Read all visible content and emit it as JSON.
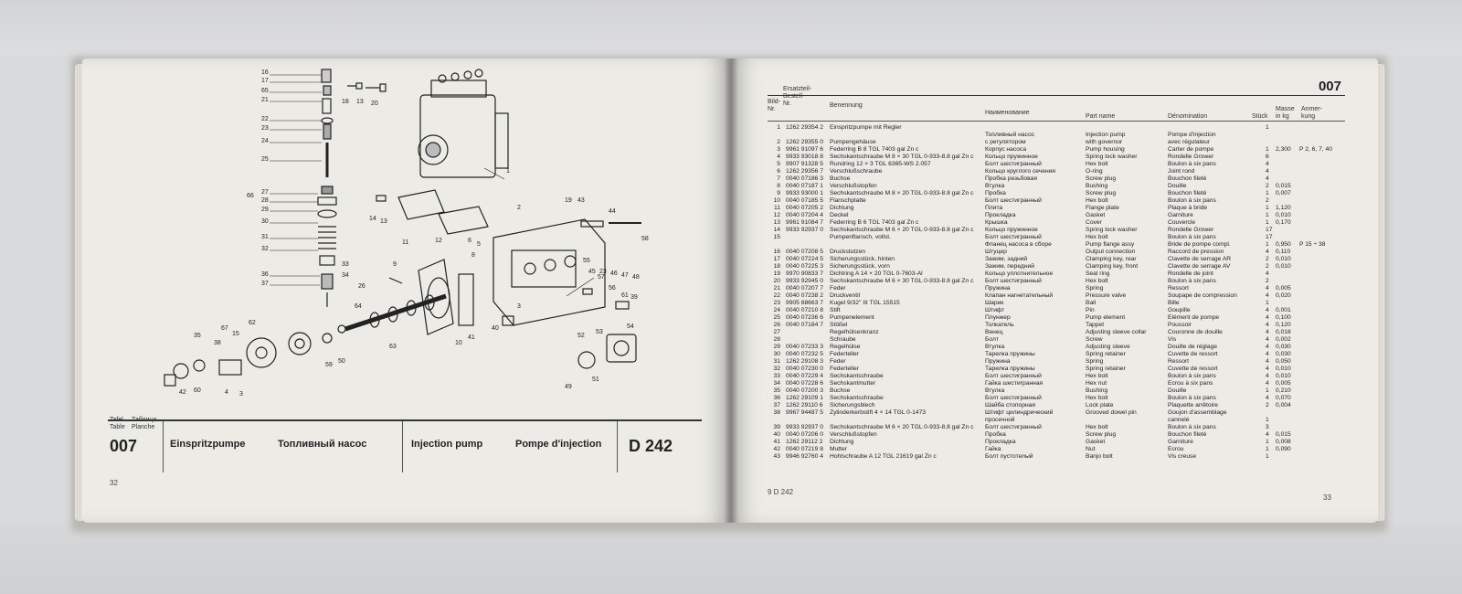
{
  "left_page": {
    "table_labels": [
      "Tafel",
      "Table",
      "Таблица",
      "Planche"
    ],
    "table_number": "007",
    "titles": {
      "de": "Einspritzpumpe",
      "ru": "Топливный насос",
      "en": "Injection pump",
      "fr": "Pompe d'injection"
    },
    "engine": "D 242",
    "page_number": "32",
    "callouts": [
      "16",
      "17",
      "65",
      "21",
      "22",
      "23",
      "24",
      "25",
      "18",
      "13",
      "20",
      "1",
      "66",
      "27",
      "28",
      "29",
      "30",
      "31",
      "32",
      "36",
      "37",
      "33",
      "34",
      "26",
      "64",
      "14",
      "13",
      "11",
      "12",
      "2",
      "19",
      "43",
      "44",
      "58",
      "6",
      "5",
      "8",
      "9",
      "55",
      "57",
      "45",
      "23",
      "46",
      "47",
      "48",
      "10",
      "41",
      "3",
      "40",
      "56",
      "61",
      "39",
      "54",
      "53",
      "52",
      "51",
      "50",
      "59",
      "63",
      "49",
      "35",
      "38",
      "67",
      "15",
      "62",
      "60",
      "42",
      "4",
      "3"
    ]
  },
  "right_page": {
    "table_number": "007",
    "page_footer_left": "9 D 242",
    "page_number": "33",
    "headers": {
      "bild_nr": [
        "Bild-",
        "Nr."
      ],
      "ersatzteil": [
        "Ersatzteil-",
        "Bestell-",
        "Nr."
      ],
      "benennung": "Benennung",
      "ru": "Наименование",
      "en": "Part name",
      "fr": "Dénomination",
      "qty": "Stück",
      "mass": [
        "Masse",
        "in kg"
      ],
      "note": [
        "Anmer-",
        "kung"
      ]
    },
    "rows": [
      {
        "nr": "1",
        "part": "1262 29354 2",
        "ben": "Einspritzpumpe mit Regler",
        "ru": "",
        "en": "",
        "fr": "",
        "qty": "1",
        "mass": "",
        "note": ""
      },
      {
        "nr": "",
        "part": "",
        "ben": "",
        "ru": "Топливный насос",
        "en": "Injection pump",
        "fr": "Pompe d'injection",
        "qty": "",
        "mass": "",
        "note": ""
      },
      {
        "nr": "2",
        "part": "1262 29355 0",
        "ben": "Pumpengehäuse",
        "ru": "с регулятором",
        "en": "with governor",
        "fr": "avec régulateur",
        "qty": "",
        "mass": "",
        "note": ""
      },
      {
        "nr": "3",
        "part": "9961 91097 6",
        "ben": "Federring B 8 TGL 7403 gal Zn c",
        "ru": "Корпус насоса",
        "en": "Pump housing",
        "fr": "Carter de pompe",
        "qty": "1",
        "mass": "2,300",
        "note": "P 2, 6, 7, 40"
      },
      {
        "nr": "4",
        "part": "9933 93018 8",
        "ben": "Sechskantschraube M 8 × 30 TGL 0-933-8.8 gal Zn c",
        "ru": "Кольцо пружинное",
        "en": "Spring lock washer",
        "fr": "Rondelle Grower",
        "qty": "6",
        "mass": "",
        "note": ""
      },
      {
        "nr": "5",
        "part": "9907 91328 5",
        "ben": "Rundring 12 × 3 TGL 6365-WS 2.057",
        "ru": "Болт шестигранный",
        "en": "Hex bolt",
        "fr": "Boulon à six pans",
        "qty": "4",
        "mass": "",
        "note": ""
      },
      {
        "nr": "6",
        "part": "1262 29356 7",
        "ben": "Verschlußschraube",
        "ru": "Кольцо круглого сечения",
        "en": "O-ring",
        "fr": "Joint rond",
        "qty": "4",
        "mass": "",
        "note": ""
      },
      {
        "nr": "7",
        "part": "0040 07186 3",
        "ben": "Buchse",
        "ru": "Пробка резьбовая",
        "en": "Screw plug",
        "fr": "Bouchon fileté",
        "qty": "4",
        "mass": "",
        "note": ""
      },
      {
        "nr": "8",
        "part": "0040 07187 1",
        "ben": "Verschlußstopfen",
        "ru": "Втулка",
        "en": "Bushing",
        "fr": "Douille",
        "qty": "2",
        "mass": "0,015",
        "note": ""
      },
      {
        "nr": "9",
        "part": "9933 93000 1",
        "ben": "Sechskantschraube M 8 × 20 TGL 0-933-8.8 gal Zn c",
        "ru": "Пробка",
        "en": "Screw plug",
        "fr": "Bouchon fileté",
        "qty": "1",
        "mass": "0,007",
        "note": ""
      },
      {
        "nr": "10",
        "part": "0040 07185 5",
        "ben": "Flanschplatte",
        "ru": "Болт шестигранный",
        "en": "Hex bolt",
        "fr": "Boulon à six pans",
        "qty": "2",
        "mass": "",
        "note": ""
      },
      {
        "nr": "11",
        "part": "0040 07205 2",
        "ben": "Dichtung",
        "ru": "Плита",
        "en": "Flange plate",
        "fr": "Plaque à bride",
        "qty": "1",
        "mass": "1,120",
        "note": ""
      },
      {
        "nr": "12",
        "part": "0040 07204 4",
        "ben": "Deckel",
        "ru": "Прокладка",
        "en": "Gasket",
        "fr": "Garniture",
        "qty": "1",
        "mass": "0,010",
        "note": ""
      },
      {
        "nr": "13",
        "part": "9961 91084 7",
        "ben": "Federring B 6 TGL 7403 gal Zn c",
        "ru": "Крышка",
        "en": "Cover",
        "fr": "Couvercle",
        "qty": "1",
        "mass": "0,170",
        "note": ""
      },
      {
        "nr": "14",
        "part": "9933 92937 0",
        "ben": "Sechskantschraube M 6 × 20 TGL 0-933-8.8 gal Zn c",
        "ru": "Кольцо пружинное",
        "en": "Spring lock washer",
        "fr": "Rondelle Grower",
        "qty": "17",
        "mass": "",
        "note": ""
      },
      {
        "nr": "15",
        "part": "",
        "ben": "Pumpenflansch, vollst.",
        "ru": "Болт шестигранный",
        "en": "Hex bolt",
        "fr": "Boulon à six pans",
        "qty": "17",
        "mass": "",
        "note": ""
      },
      {
        "nr": "",
        "part": "",
        "ben": "",
        "ru": "Фланец насоса в сборе",
        "en": "Pump flange assy",
        "fr": "Bride de pompe compl.",
        "qty": "1",
        "mass": "0,950",
        "note": "P 15 ÷ 38"
      },
      {
        "nr": "16",
        "part": "0040 07208 5",
        "ben": "Druckstutzen",
        "ru": "Штуцер",
        "en": "Output connection",
        "fr": "Raccord de pression",
        "qty": "4",
        "mass": "0,110",
        "note": ""
      },
      {
        "nr": "17",
        "part": "0040 07224 5",
        "ben": "Sicherungsstück, hinten",
        "ru": "Зажим, задний",
        "en": "Clamping key, rear",
        "fr": "Clavette de serrage AR",
        "qty": "2",
        "mass": "0,010",
        "note": ""
      },
      {
        "nr": "18",
        "part": "0040 07225 3",
        "ben": "Sicherungsstück, vorn",
        "ru": "Зажим, передний",
        "en": "Clamping key, front",
        "fr": "Clavette de serrage AV",
        "qty": "2",
        "mass": "0,010",
        "note": ""
      },
      {
        "nr": "19",
        "part": "9970 90833 7",
        "ben": "Dichtring A 14 × 20 TGL 0-7603-Al",
        "ru": "Кольцо уплотнительное",
        "en": "Seal ring",
        "fr": "Rondelle de joint",
        "qty": "4",
        "mass": "",
        "note": ""
      },
      {
        "nr": "20",
        "part": "9933 92945 0",
        "ben": "Sechskantschraube M 6 × 30 TGL 0-933-8.8 gal Zn c",
        "ru": "Болт шестигранный",
        "en": "Hex bolt",
        "fr": "Boulon à six pans",
        "qty": "2",
        "mass": "",
        "note": ""
      },
      {
        "nr": "21",
        "part": "0040 07207 7",
        "ben": "Feder",
        "ru": "Пружина",
        "en": "Spring",
        "fr": "Ressort",
        "qty": "4",
        "mass": "0,005",
        "note": ""
      },
      {
        "nr": "22",
        "part": "0040 07238 2",
        "ben": "Druckventil",
        "ru": "Клапан нагнетательный",
        "en": "Pressure valve",
        "fr": "Soupape de compression",
        "qty": "4",
        "mass": "0,020",
        "note": ""
      },
      {
        "nr": "23",
        "part": "9905 88663 7",
        "ben": "Kugel 9/32\" III TGL 15515",
        "ru": "Шарик",
        "en": "Ball",
        "fr": "Bille",
        "qty": "1",
        "mass": "",
        "note": ""
      },
      {
        "nr": "24",
        "part": "0040 07210 8",
        "ben": "Stift",
        "ru": "Штифт",
        "en": "Pin",
        "fr": "Goupille",
        "qty": "4",
        "mass": "0,001",
        "note": ""
      },
      {
        "nr": "25",
        "part": "0040 07236 6",
        "ben": "Pumpenelement",
        "ru": "Плунжер",
        "en": "Pump element",
        "fr": "Elément de pompe",
        "qty": "4",
        "mass": "0,100",
        "note": ""
      },
      {
        "nr": "26",
        "part": "0040 07184 7",
        "ben": "Stößel",
        "ru": "Толкатель",
        "en": "Tappet",
        "fr": "Poussoir",
        "qty": "4",
        "mass": "0,120",
        "note": ""
      },
      {
        "nr": "27",
        "part": "",
        "ben": "Regelhülsenkranz",
        "ru": "Венец",
        "en": "Adjusting sleeve collar",
        "fr": "Couronne de douille",
        "qty": "4",
        "mass": "0,018",
        "note": ""
      },
      {
        "nr": "28",
        "part": "",
        "ben": "Schraube",
        "ru": "Болт",
        "en": "Screw",
        "fr": "Vis",
        "qty": "4",
        "mass": "0,002",
        "note": ""
      },
      {
        "nr": "29",
        "part": "0040 07233 3",
        "ben": "Regelhülse",
        "ru": "Втулка",
        "en": "Adjusting sleeve",
        "fr": "Douille de réglage",
        "qty": "4",
        "mass": "0,030",
        "note": ""
      },
      {
        "nr": "30",
        "part": "0040 07232 5",
        "ben": "Federteller",
        "ru": "Тарелка пружины",
        "en": "Spring retainer",
        "fr": "Cuvette de ressort",
        "qty": "4",
        "mass": "0,030",
        "note": ""
      },
      {
        "nr": "31",
        "part": "1262 29108 3",
        "ben": "Feder",
        "ru": "Пружина",
        "en": "Spring",
        "fr": "Ressort",
        "qty": "4",
        "mass": "0,050",
        "note": ""
      },
      {
        "nr": "32",
        "part": "0040 07230 0",
        "ben": "Federteller",
        "ru": "Тарелка пружины",
        "en": "Spring retainer",
        "fr": "Cuvette de ressort",
        "qty": "4",
        "mass": "0,010",
        "note": ""
      },
      {
        "nr": "33",
        "part": "0040 07229 4",
        "ben": "Sechskantschraube",
        "ru": "Болт шестигранный",
        "en": "Hex bolt",
        "fr": "Boulon à six pans",
        "qty": "4",
        "mass": "0,010",
        "note": ""
      },
      {
        "nr": "34",
        "part": "0040 07228 6",
        "ben": "Sechskantmutter",
        "ru": "Гайка шестигранная",
        "en": "Hex nut",
        "fr": "Ecrou à six pans",
        "qty": "4",
        "mass": "0,005",
        "note": ""
      },
      {
        "nr": "35",
        "part": "0040 07200 3",
        "ben": "Buchse",
        "ru": "Втулка",
        "en": "Bushing",
        "fr": "Douille",
        "qty": "1",
        "mass": "0,210",
        "note": ""
      },
      {
        "nr": "36",
        "part": "1262 29109 1",
        "ben": "Sechskantschraube",
        "ru": "Болт шестигранный",
        "en": "Hex bolt",
        "fr": "Boulon à six pans",
        "qty": "4",
        "mass": "0,070",
        "note": ""
      },
      {
        "nr": "37",
        "part": "1262 29110 6",
        "ben": "Sicherungsblech",
        "ru": "Шайба стопорная",
        "en": "Lock plate",
        "fr": "Plaquette arrêtoire",
        "qty": "2",
        "mass": "0,004",
        "note": ""
      },
      {
        "nr": "38",
        "part": "9967 94487 5",
        "ben": "Zylinderkerbstift 4 × 14 TGL 0-1473",
        "ru": "Штифт цилиндрический",
        "en": "Grooved dowel pin",
        "fr": "Goujon d'assemblage",
        "qty": "",
        "mass": "",
        "note": ""
      },
      {
        "nr": "",
        "part": "",
        "ben": "",
        "ru": "просечной",
        "en": "",
        "fr": "cannelé",
        "qty": "1",
        "mass": "",
        "note": ""
      },
      {
        "nr": "39",
        "part": "9933 92937 0",
        "ben": "Sechskantschraube M 6 × 20 TGL 0-933-8.8 gal Zn c",
        "ru": "Болт шестигранный",
        "en": "Hex bolt",
        "fr": "Boulon à six pans",
        "qty": "3",
        "mass": "",
        "note": ""
      },
      {
        "nr": "40",
        "part": "0040 07206 0",
        "ben": "Verschlußstopfen",
        "ru": "Пробка",
        "en": "Screw plug",
        "fr": "Bouchon fileté",
        "qty": "4",
        "mass": "0,015",
        "note": ""
      },
      {
        "nr": "41",
        "part": "1262 29112 2",
        "ben": "Dichtung",
        "ru": "Прокладка",
        "en": "Gasket",
        "fr": "Garniture",
        "qty": "1",
        "mass": "0,008",
        "note": ""
      },
      {
        "nr": "42",
        "part": "0040 07219 8",
        "ben": "Mutter",
        "ru": "Гайка",
        "en": "Nut",
        "fr": "Ecrou",
        "qty": "1",
        "mass": "0,090",
        "note": ""
      },
      {
        "nr": "43",
        "part": "9946 92760 4",
        "ben": "Hohlschraube A 12 TGL 21619 gal Zn c",
        "ru": "Болт пустотелый",
        "en": "Banjo bolt",
        "fr": "Vis creuse",
        "qty": "1",
        "mass": "",
        "note": ""
      }
    ]
  }
}
